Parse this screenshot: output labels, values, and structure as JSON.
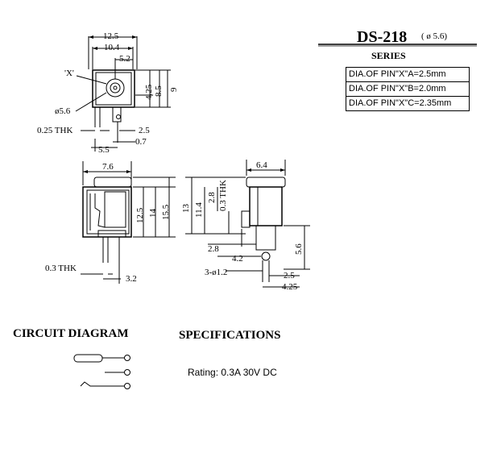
{
  "header": {
    "model": "DS-218",
    "model_note": "( ø 5.6)",
    "series": "SERIES"
  },
  "pin_table": [
    "DIA.OF PIN\"X\"A=2.5mm",
    "DIA.OF PIN\"X\"B=2.0mm",
    "DIA.OF PIN\"X\"C=2.35mm"
  ],
  "top_view": {
    "dims": [
      "12.5",
      "10.4",
      "5.2",
      "'X'",
      "4.25",
      "8.5",
      "9",
      "ø5.6",
      "0.25 THK",
      "2.5",
      "0.7",
      "5.5"
    ]
  },
  "front_view": {
    "dims": [
      "7.6",
      "12.5",
      "14",
      "15.5",
      "0.3 THK",
      "3.2"
    ]
  },
  "side_view": {
    "dims": [
      "6.4",
      "13",
      "11.4",
      "2.8",
      "0.3 THK",
      "2.8",
      "4.2",
      "3-ø1.2",
      "5.6",
      "2.5",
      "4.25"
    ]
  },
  "sections": {
    "circuit_title": "CIRCUIT DIAGRAM",
    "spec_title": "SPECIFICATIONS",
    "rating": "Rating: 0.3A 30V DC"
  }
}
